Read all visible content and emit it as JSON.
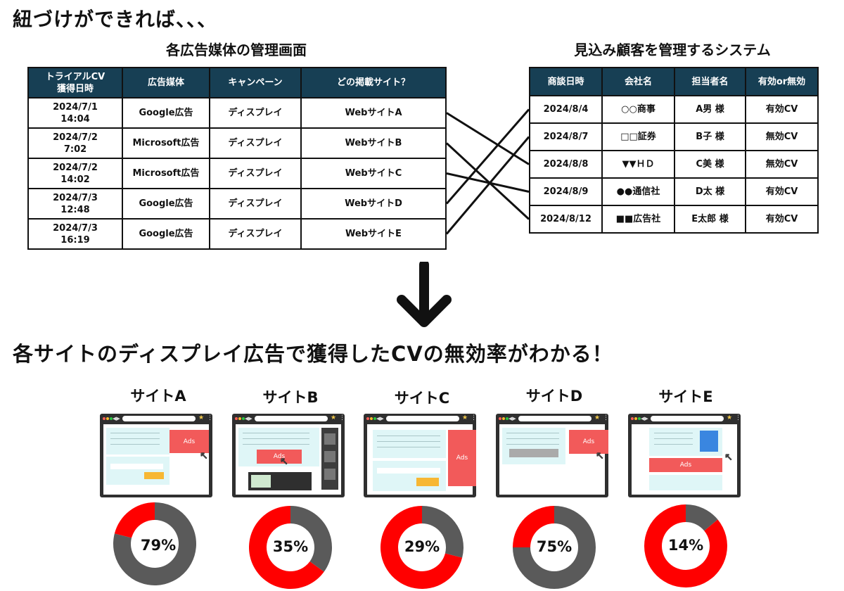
{
  "headline_top": "紐づけができれば、、、",
  "left_title": "各広告媒体の管理画面",
  "right_title": "見込み顧客を管理するシステム",
  "ad_table": {
    "headers": [
      "トライアルCV\n獲得日時",
      "広告媒体",
      "キャンペーン",
      "どの掲載サイト？"
    ],
    "rows": [
      [
        "2024/7/1\n14:04",
        "Google広告",
        "ディスプレイ",
        "WebサイトA"
      ],
      [
        "2024/7/2\n7:02",
        "Microsoft広告",
        "ディスプレイ",
        "WebサイトB"
      ],
      [
        "2024/7/2\n14:02",
        "Microsoft広告",
        "ディスプレイ",
        "WebサイトC"
      ],
      [
        "2024/7/3\n12:48",
        "Google広告",
        "ディスプレイ",
        "WebサイトD"
      ],
      [
        "2024/7/3\n16:19",
        "Google広告",
        "ディスプレイ",
        "WebサイトE"
      ]
    ]
  },
  "crm_table": {
    "headers": [
      "商談日時",
      "会社名",
      "担当者名",
      "有効or無効"
    ],
    "rows": [
      [
        "2024/8/4",
        "○○商事",
        "A男 様",
        "有効CV"
      ],
      [
        "2024/8/7",
        "□□証券",
        "B子 様",
        "無効CV"
      ],
      [
        "2024/8/8",
        "▼▼ＨＤ",
        "C美 様",
        "無効CV"
      ],
      [
        "2024/8/9",
        "●●通信社",
        "D太 様",
        "有効CV"
      ],
      [
        "2024/8/12",
        "■■広告社",
        "E太郎 様",
        "有効CV"
      ]
    ]
  },
  "links": [
    {
      "from": 0,
      "to": 2
    },
    {
      "from": 1,
      "to": 4
    },
    {
      "from": 2,
      "to": 3
    },
    {
      "from": 3,
      "to": 0
    },
    {
      "from": 4,
      "to": 1
    }
  ],
  "headline_bottom": "各サイトのディスプレイ広告で獲得したCVの無効率がわかる！",
  "ads_label": "Ads",
  "chart_data": {
    "type": "pie",
    "categories": [
      "サイトA",
      "サイトB",
      "サイトC",
      "サイトD",
      "サイトE"
    ],
    "values": [
      79,
      35,
      29,
      75,
      14
    ],
    "value_labels": [
      "79%",
      "35%",
      "29%",
      "75%",
      "14%"
    ],
    "colors": {
      "invalid": "#5a5a5a",
      "rest": "#ff0000"
    }
  }
}
